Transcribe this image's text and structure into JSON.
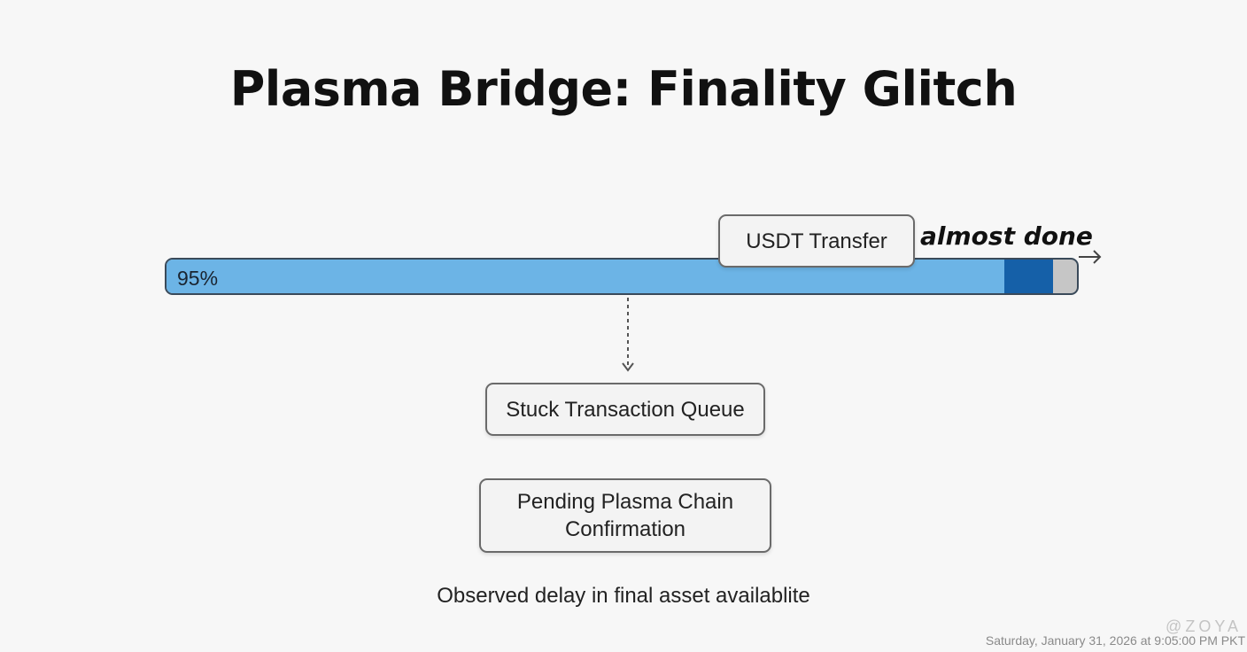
{
  "title": "Plasma Bridge: Finality Glitch",
  "progress": {
    "label": "95%",
    "light_fraction": 0.92,
    "dark_fraction": 0.054,
    "light_color": "#6cb4e6",
    "dark_color": "#1560a8",
    "remainder_color": "#c6c6c6"
  },
  "boxes": {
    "usdt_transfer": "USDT Transfer",
    "stuck_queue": "Stuck Transaction Queue",
    "pending_line1": "Pending Plasma Chain",
    "pending_line2": "Confirmation"
  },
  "annotation": "almost done",
  "caption": "Observed delay in final asset availablite",
  "timestamp": "Saturday, January 31, 2026 at 9:05:00 PM PKT",
  "watermark": "@ZOYA"
}
